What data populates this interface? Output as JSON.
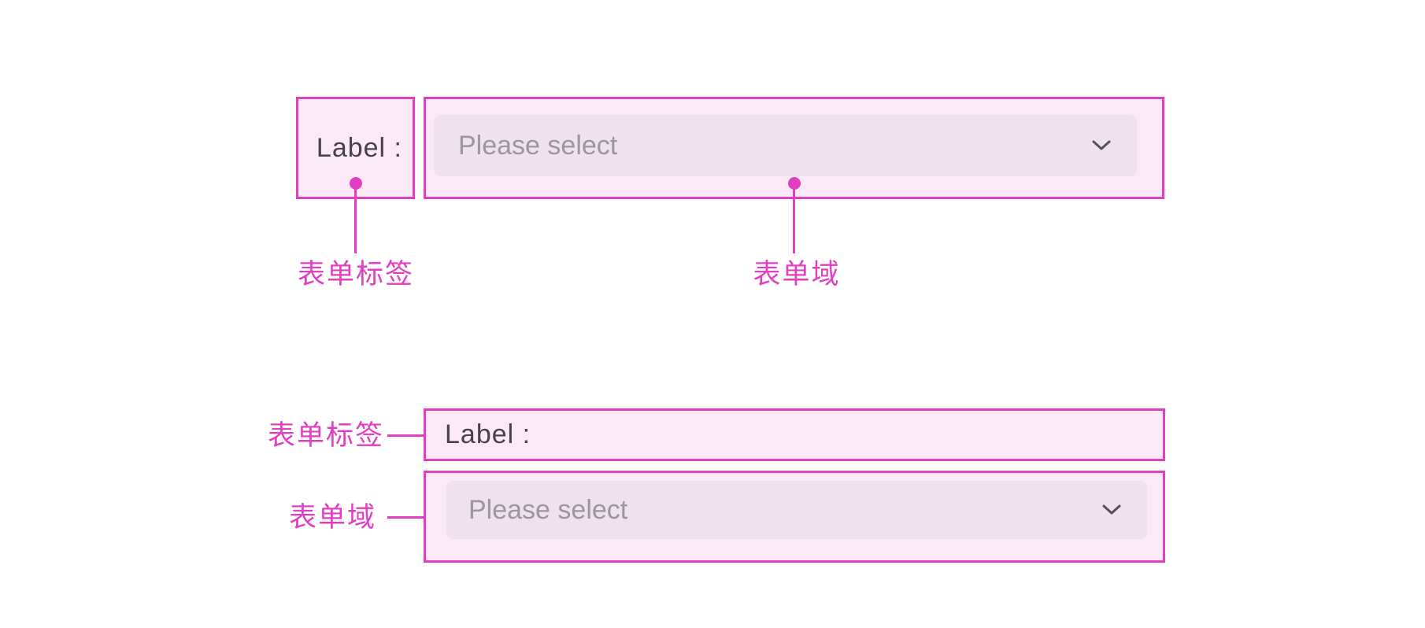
{
  "colors": {
    "accent": "#e23ec1",
    "annotation_box_fill": "#fbe9f8",
    "select_field_fill": "#efe1ee",
    "label_text_color": "#47424d",
    "placeholder_color": "#9c95a4",
    "chevron_color": "#554f60",
    "canvas_background": "#ffffff"
  },
  "horizontal_form": {
    "label_box": {
      "text": "Label :",
      "callout": "表单标签"
    },
    "field_box": {
      "placeholder": "Please select",
      "callout": "表单域",
      "icon": "chevron-down"
    }
  },
  "vertical_form": {
    "label_box": {
      "text": "Label :",
      "callout": "表单标签"
    },
    "field_box": {
      "placeholder": "Please select",
      "callout": "表单域",
      "icon": "chevron-down"
    }
  }
}
